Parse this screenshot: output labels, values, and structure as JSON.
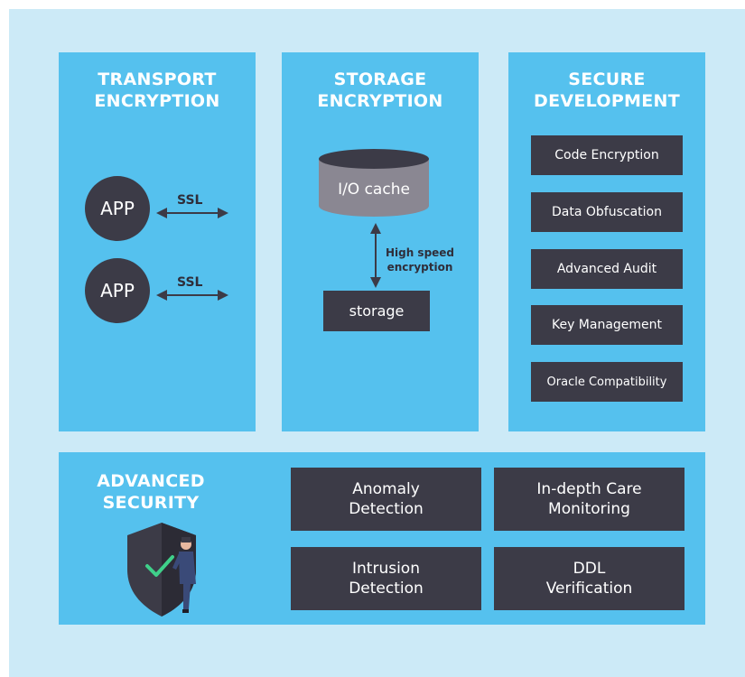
{
  "transport": {
    "title": "TRANSPORT\nENCRYPTION",
    "apps": [
      {
        "label": "APP",
        "link": "SSL"
      },
      {
        "label": "APP",
        "link": "SSL"
      }
    ]
  },
  "storage": {
    "title": "STORAGE\nENCRYPTION",
    "cache_label": "I/O cache",
    "link_label": "High speed\nencryption",
    "storage_label": "storage"
  },
  "secure_development": {
    "title": "SECURE\nDEVELOPMENT",
    "items": [
      "Code Encryption",
      "Data Obfuscation",
      "Advanced Audit",
      "Key Management",
      "Oracle Compatibility"
    ]
  },
  "advanced_security": {
    "title": "ADVANCED\nSECURITY",
    "items": [
      "Anomaly\nDetection",
      "In-depth Care\nMonitoring",
      "Intrusion\nDetection",
      "DDL\nVerification"
    ]
  },
  "colors": {
    "background": "#cceaf7",
    "panel": "#55c1ee",
    "dark": "#3c3b47",
    "check": "#3fd08a"
  }
}
